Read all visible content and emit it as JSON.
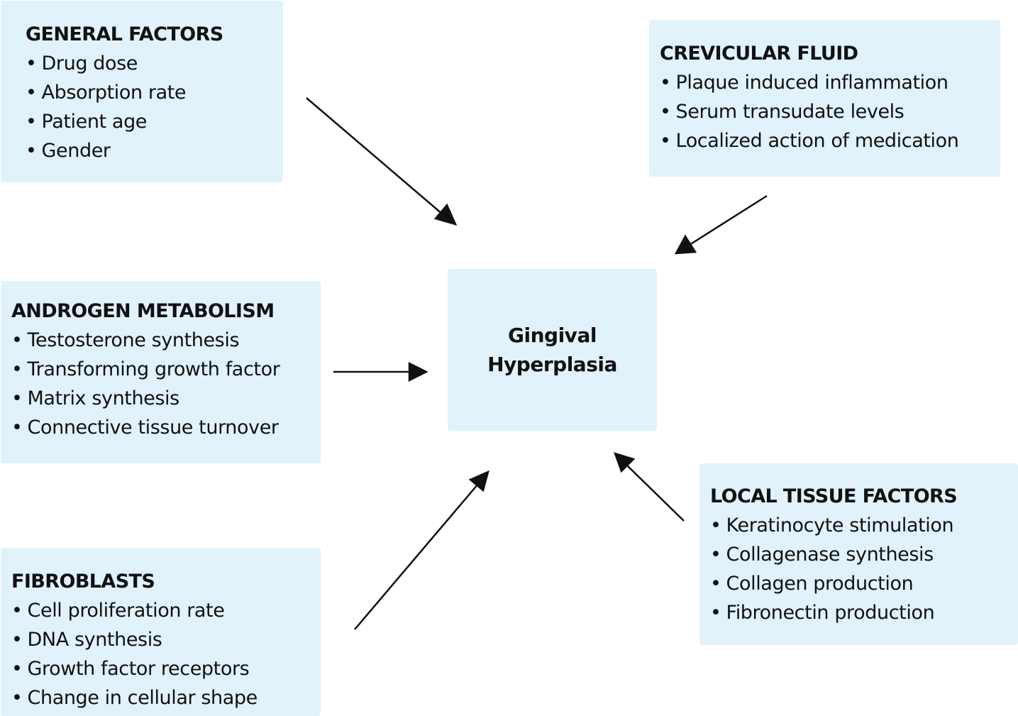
{
  "center": {
    "line1": "Gingival",
    "line2": "Hyperplasia"
  },
  "general": {
    "title": "GENERAL FACTORS",
    "items": [
      "Drug dose",
      "Absorption rate",
      "Patient age",
      "Gender"
    ]
  },
  "crevicular": {
    "title": "CREVICULAR FLUID",
    "items": [
      "Plaque induced inflammation",
      "Serum transudate levels",
      "Localized action of medication"
    ]
  },
  "androgen": {
    "title": "ANDROGEN METABOLISM",
    "items": [
      "Testosterone synthesis",
      "Transforming growth factor",
      "Matrix synthesis",
      "Connective tissue turnover"
    ]
  },
  "fibroblasts": {
    "title": "FIBROBLASTS",
    "items": [
      "Cell proliferation rate",
      "DNA synthesis",
      "Growth factor receptors",
      "Change in cellular shape"
    ]
  },
  "local": {
    "title": "LOCAL TISSUE FACTORS",
    "items": [
      "Keratinocyte stimulation",
      "Collagenase synthesis",
      "Collagen production",
      "Fibronectin production"
    ]
  },
  "colors": {
    "box_fill": "#e1f2fa",
    "arrow": "#111111",
    "text": "#111111"
  }
}
